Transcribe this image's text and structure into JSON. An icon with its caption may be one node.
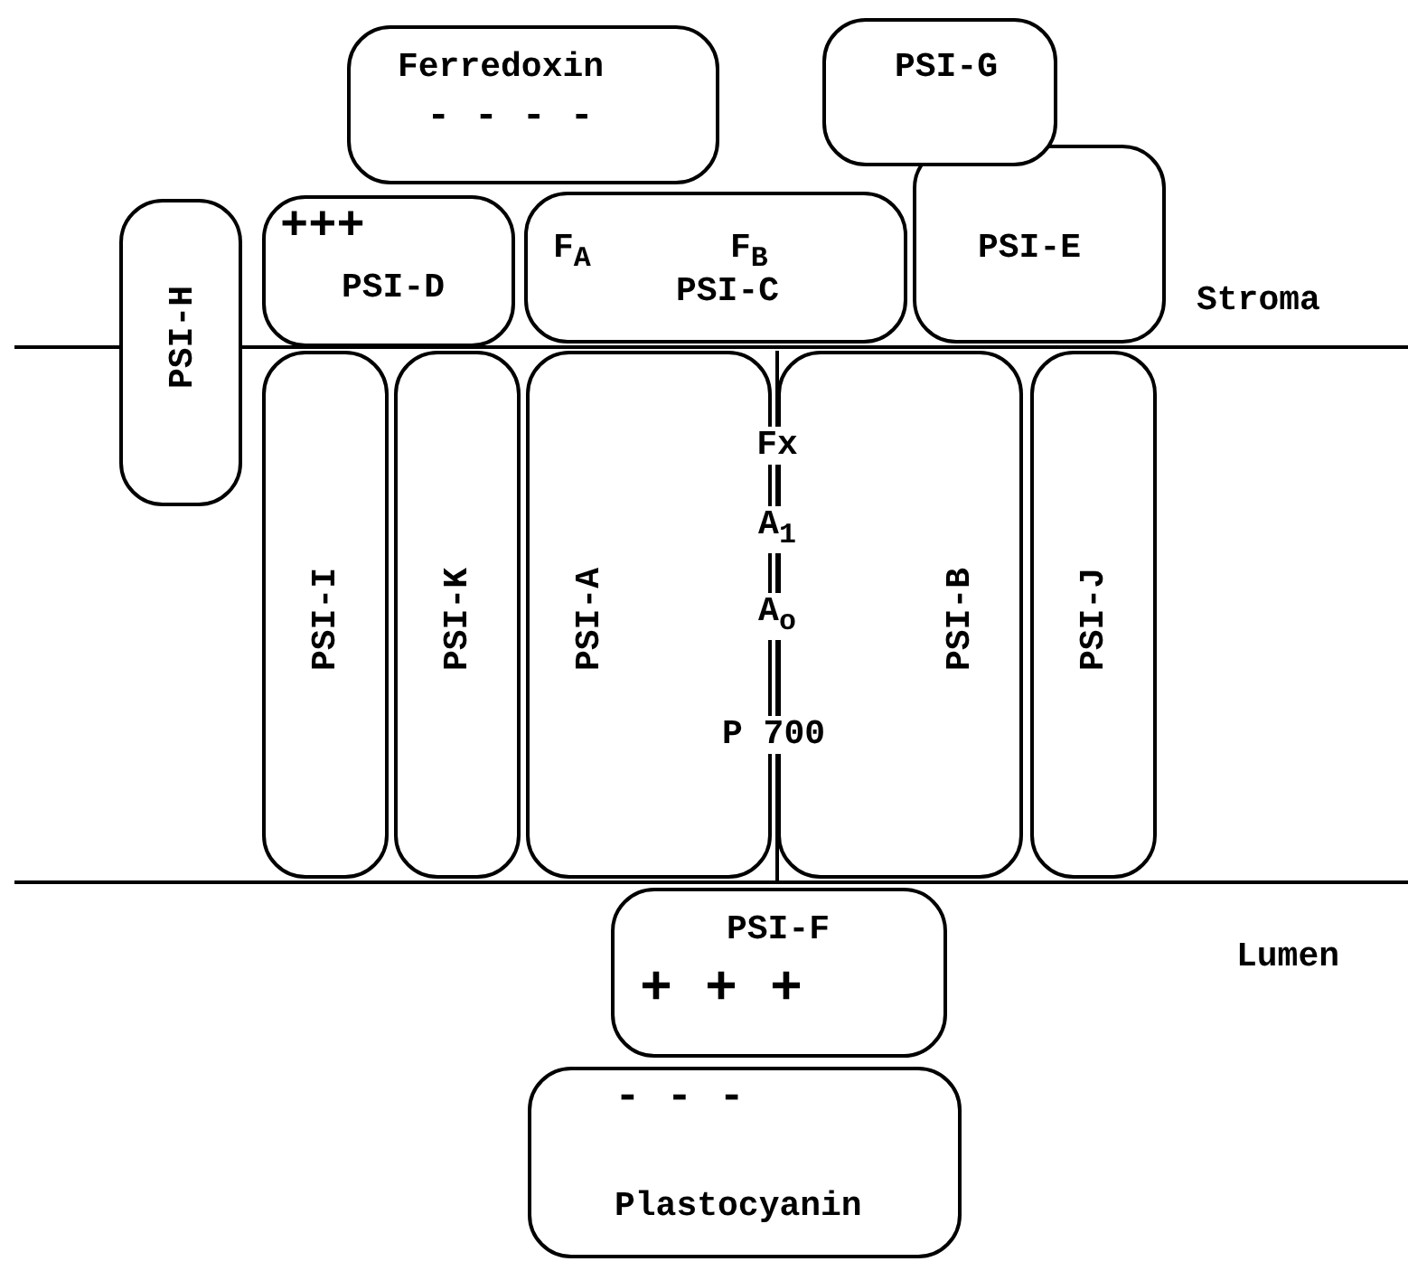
{
  "diagram": {
    "nodes": [
      {
        "text": [
          "Ferredoxin",
          "- - - -"
        ]
      },
      {
        "text": [
          "PSI-G"
        ]
      },
      {
        "text": [
          "PSI-H"
        ]
      },
      {
        "text": [
          "+++",
          "PSI-D"
        ]
      },
      {
        "text": [
          "F$_{A}$",
          "F$_{B}$",
          "PSI-C"
        ]
      },
      {
        "text": [
          "PSI-E"
        ]
      },
      {
        "text": [
          "PSI-I"
        ]
      },
      {
        "text": [
          "PSI-K"
        ]
      },
      {
        "text": [
          "PSI-A"
        ]
      },
      {
        "text": [
          "PSI-B"
        ]
      },
      {
        "text": [
          "PSI-J"
        ]
      },
      {
        "text": [
          "PSI-F",
          "+ + +"
        ]
      },
      {
        "text": [
          "- - -",
          "Plastocyanin"
        ]
      }
    ],
    "edges": [],
    "labels": [
      "Stroma",
      "Fx",
      "A$_{1}$",
      "A$_{o}$",
      "P 700",
      "Lumen"
    ]
  }
}
